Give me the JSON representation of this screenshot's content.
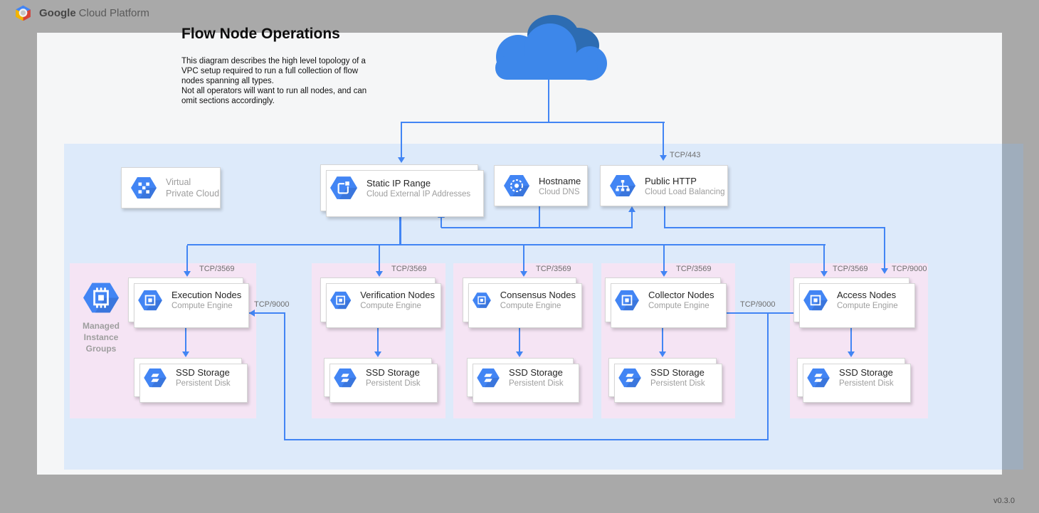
{
  "header": {
    "brand_bold": "Google",
    "brand_rest": "Cloud Platform"
  },
  "page": {
    "title": "Flow Node Operations",
    "description": "This diagram describes the high level topology of a\nVPC setup required to run a full collection of flow\nnodes spanning all types.\nNot all operators will want to run all nodes, and can\nomit sections accordingly.",
    "version": "v0.3.0"
  },
  "colors": {
    "accent_blue": "#4285f4",
    "cloud_light": "#3d87ea",
    "cloud_dark": "#2d6cb2",
    "vpc_background": "#ddeafa",
    "section_background": "#f5e4f4",
    "outer_background": "#a9a9a9"
  },
  "vpc_box": {
    "line1": "Virtual",
    "line2": "Private Cloud"
  },
  "top_boxes": {
    "static_ip": {
      "title": "Static IP Range",
      "subtitle": "Cloud External IP Addresses"
    },
    "hostname": {
      "title": "Hostname",
      "subtitle": "Cloud DNS"
    },
    "public_http": {
      "title": "Public HTTP",
      "subtitle": "Cloud Load Balancing"
    }
  },
  "mig": {
    "line1": "Managed",
    "line2": "Instance",
    "line3": "Groups"
  },
  "sections": [
    {
      "node_title": "Execution Nodes",
      "node_subtitle": "Compute Engine",
      "ssd_title": "SSD Storage",
      "ssd_subtitle": "Persistent Disk",
      "port_in": "TCP/3569"
    },
    {
      "node_title": "Verification Nodes",
      "node_subtitle": "Compute Engine",
      "ssd_title": "SSD Storage",
      "ssd_subtitle": "Persistent Disk",
      "port_in": "TCP/3569"
    },
    {
      "node_title": "Consensus Nodes",
      "node_subtitle": "Compute Engine",
      "ssd_title": "SSD Storage",
      "ssd_subtitle": "Persistent Disk",
      "port_in": "TCP/3569"
    },
    {
      "node_title": "Collector Nodes",
      "node_subtitle": "Compute Engine",
      "ssd_title": "SSD Storage",
      "ssd_subtitle": "Persistent Disk",
      "port_in": "TCP/3569"
    },
    {
      "node_title": "Access Nodes",
      "node_subtitle": "Compute Engine",
      "ssd_title": "SSD Storage",
      "ssd_subtitle": "Persistent Disk",
      "port_in": "TCP/3569",
      "port_in2": "TCP/9000"
    }
  ],
  "labels": {
    "tcp_443": "TCP/443",
    "tcp_9000_to_execution": "TCP/9000",
    "tcp_9000_to_collector": "TCP/9000"
  }
}
